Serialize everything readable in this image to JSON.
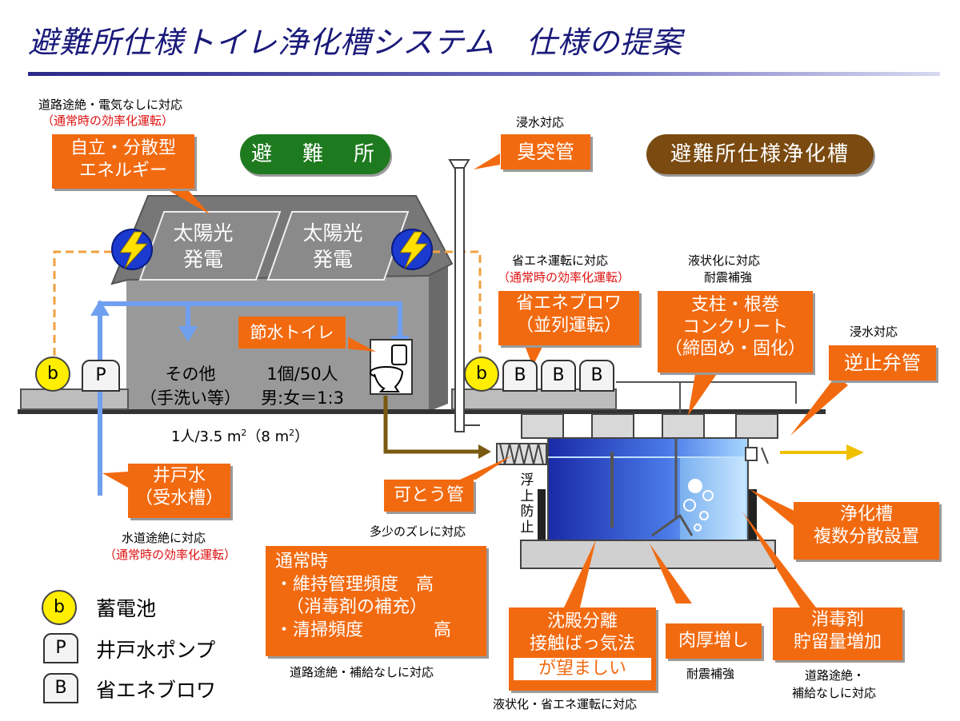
{
  "title": "避難所仕様トイレ浄化槽システム　仕様の提案",
  "labels": {
    "energy_note": "道路途絶・電気なしに対応",
    "energy_note_red": "（通常時の効率化運転）",
    "shelter": "避　難　所",
    "shelter_tank": "避難所仕様浄化槽",
    "vent_note": "浸水対応",
    "solar_1a": "太陽光",
    "solar_1b": "発電",
    "solar_2a": "太陽光",
    "solar_2b": "発電",
    "blower_note": "省エネ運転に対応",
    "blower_note_red": "（通常時の効率化運転）",
    "quake_note_1": "液状化に対応",
    "quake_note_2": "耐震補強",
    "backflow_note": "浸水対応",
    "other_1": "その他",
    "other_2": "（手洗い等）",
    "ratio_1": "1個/50人",
    "ratio_2": "男:女＝1:3",
    "per_person": "1人/3.5 m",
    "sup_1": "2",
    "per_person_2": "（8 m",
    "sup_2": "2",
    "per_person_close": "）",
    "float_prevent": "浮上防止",
    "flex_note": "多少のズレに対応",
    "water_note": "水道途絶に対応",
    "water_note_red": "（通常時の効率化運転）",
    "supply_note": "道路途絶・補給なしに対応",
    "liquef_note": "液状化・省エネ運転に対応",
    "quake_note_3": "耐震補強",
    "road_note_1": "道路途絶・",
    "road_note_2": "補給なしに対応"
  },
  "callouts": {
    "energy_1": "自立・分散型",
    "energy_2": "エネルギー",
    "vent": "臭突管",
    "toilet": "節水トイレ",
    "blower_1": "省エネブロワ",
    "blower_2": "（並列運転）",
    "pillar_1": "支柱・根巻",
    "pillar_2": "コンクリート",
    "pillar_3": "（締固め・固化）",
    "backflow": "逆止弁管",
    "well_1": "井戸水",
    "well_2": "（受水槽）",
    "flex_pipe": "可とう管",
    "tank_1": "浄化槽",
    "tank_2": "複数分散設置",
    "normal_0": "通常時",
    "normal_1": "・維持管理頻度　高",
    "normal_2": "（消毒剤の補充）",
    "normal_3": "・清掃頻度　　　　高",
    "settle_1": "沈殿分離",
    "settle_2": "接触ばっ気法",
    "settle_3": "が望ましい",
    "thicken": "肉厚増し",
    "disinfect_1": "消毒剤",
    "disinfect_2": "貯留量増加"
  },
  "symbols": {
    "battery": "b",
    "pump": "P",
    "blower": "B"
  },
  "legend": [
    {
      "symbol": "b",
      "label": "蓄電池"
    },
    {
      "symbol": "P",
      "label": "井戸水ポンプ"
    },
    {
      "symbol": "B",
      "label": "省エネブロワ"
    }
  ],
  "colors": {
    "callout": "#f26a10",
    "shelter_pill": "#1e7a1e",
    "tank_pill": "#7a4a10",
    "water_pipe": "#6fa0f0",
    "drain_pipe": "#7a5a10",
    "power_line": "#f0a040",
    "flow_arrow": "#f0c000",
    "battery": "#ffee00"
  }
}
